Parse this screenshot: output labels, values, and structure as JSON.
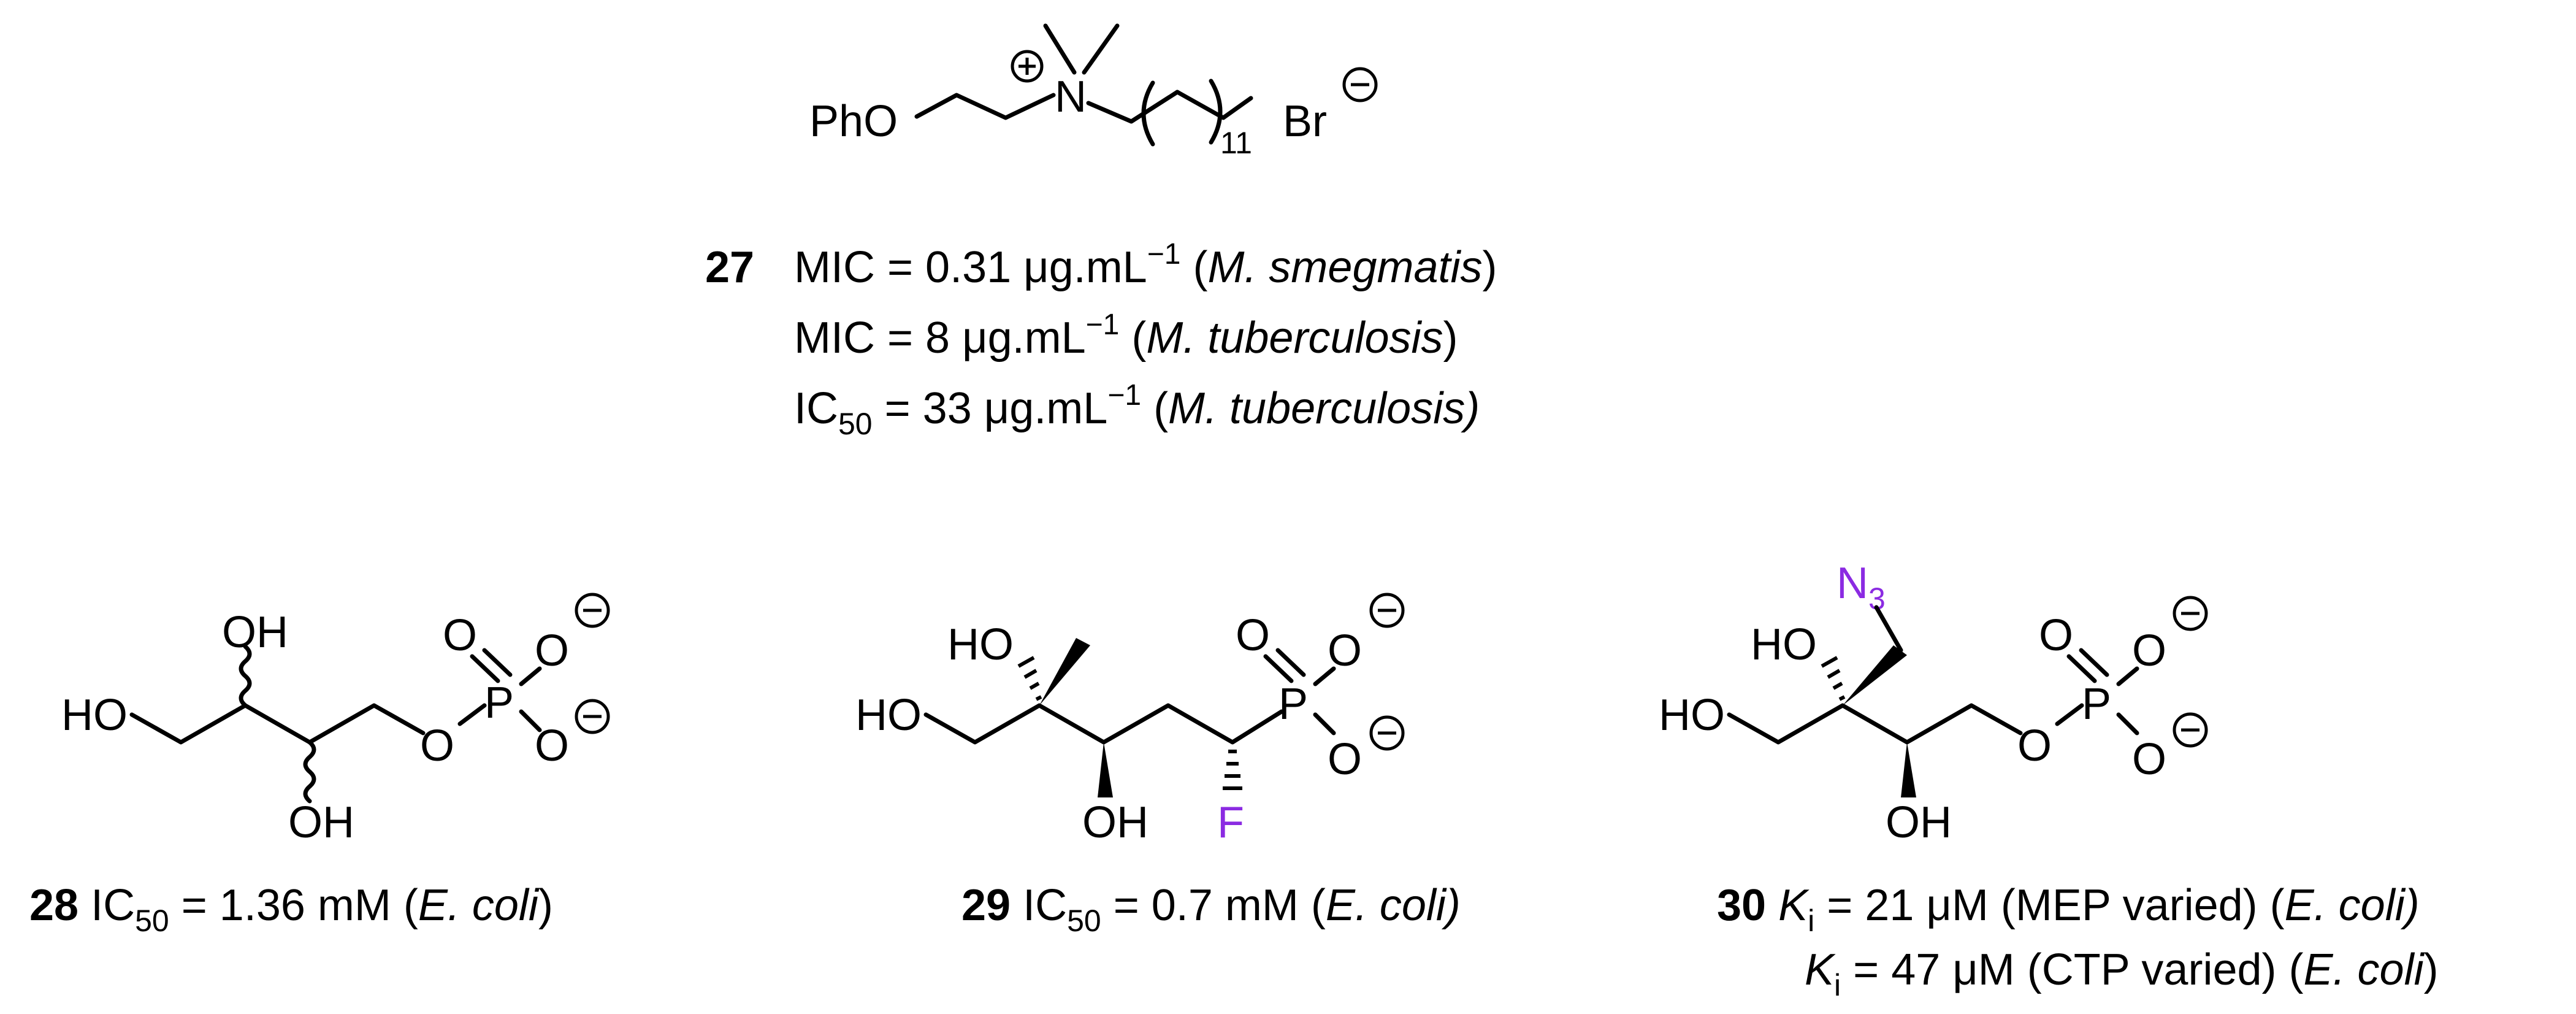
{
  "colors": {
    "ink": "#000000",
    "heteroatom_accent": "#8B2BE2"
  },
  "compound27": {
    "atoms": {
      "pho": "PhO",
      "n": "N",
      "repeat": "11",
      "br": "Br"
    },
    "number": "27",
    "lines": [
      {
        "label": "MIC = 0.31 μg.mL",
        "sup": "−1",
        "org": "M. smegmatis"
      },
      {
        "label": "MIC = 8 μg.mL",
        "sup": "−1",
        "org": "M. tuberculosis"
      },
      {
        "label_pre": "IC",
        "label_sub": "50",
        "label": " = 33 μg.mL",
        "sup": "−1",
        "org": "M. tuberculosis)"
      }
    ]
  },
  "compound28": {
    "atoms": {
      "ho_left": "HO",
      "oh_top": "OH",
      "oh_bottom": "OH",
      "o_ester": "O",
      "p": "P",
      "o_double": "O",
      "o_minus_1": "O",
      "o_minus_2": "O"
    },
    "number": "28",
    "caption_pre": "IC",
    "caption_sub": "50",
    "caption_value": " =  1.36 mM (",
    "caption_org": "E. coli",
    "caption_post": ")"
  },
  "compound29": {
    "atoms": {
      "ho_left": "HO",
      "ho_top": "HO",
      "oh_bottom": "OH",
      "f": "F",
      "p": "P",
      "o_double": "O",
      "o_minus_1": "O",
      "o_minus_2": "O"
    },
    "number": "29",
    "caption_pre": "IC",
    "caption_sub": "50",
    "caption_value": " =  0.7 mM (",
    "caption_org": "E. coli)"
  },
  "compound30": {
    "atoms": {
      "n3": "N",
      "n3_sub": "3",
      "ho_left": "HO",
      "ho_top": "HO",
      "oh_bottom": "OH",
      "o_ester": "O",
      "p": "P",
      "o_double": "O",
      "o_minus_1": "O",
      "o_minus_2": "O"
    },
    "number": "30",
    "lines": [
      {
        "k": "K",
        "k_sub": "i",
        "value": " = 21 μM (MEP varied) (",
        "org": "E. coli)"
      },
      {
        "k": "K",
        "k_sub": "i",
        "value": " = 47 μM (CTP varied) (",
        "org": "E. coli",
        "post": ")"
      }
    ]
  }
}
